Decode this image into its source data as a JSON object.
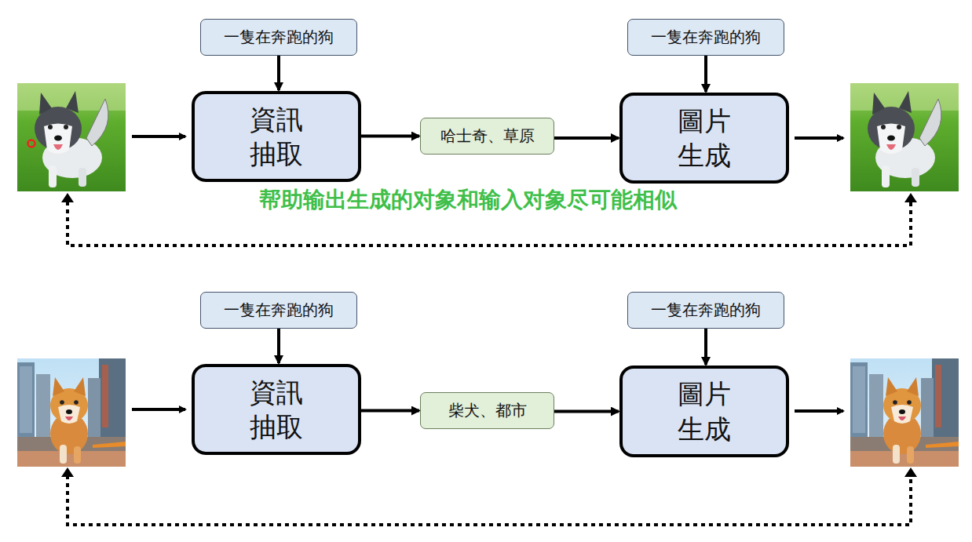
{
  "diagram": {
    "nodes": [
      {
        "text": [
          "一隻在奔跑的狗"
        ]
      },
      {
        "text": [
          "一隻在奔跑的狗"
        ]
      },
      {
        "text": [
          "資訊 抽取"
        ]
      },
      {
        "text": [
          "哈士奇、草原"
        ]
      },
      {
        "text": [
          "圖片 生成"
        ]
      },
      {
        "text": [
          "一隻在奔跑的狗"
        ]
      },
      {
        "text": [
          "一隻在奔跑的狗"
        ]
      },
      {
        "text": [
          "資訊 抽取"
        ]
      },
      {
        "text": [
          "柴犬、都市"
        ]
      },
      {
        "text": [
          "圖片 生成"
        ]
      }
    ],
    "edges": [
      {
        "from": 0,
        "to": 2,
        "arrow": "to"
      },
      {
        "from": 2,
        "to": 3,
        "arrow": "to"
      },
      {
        "from": 3,
        "to": 4,
        "arrow": "to"
      },
      {
        "from": 1,
        "to": 4,
        "arrow": "to"
      },
      {
        "from": 5,
        "to": 7,
        "arrow": "to"
      },
      {
        "from": 7,
        "to": 8,
        "arrow": "to"
      },
      {
        "from": 8,
        "to": 9,
        "arrow": "to"
      },
      {
        "from": 6,
        "to": 9,
        "arrow": "to"
      }
    ],
    "labels": [
      "帮助输出生成的对象和输入对象尽可能相似"
    ]
  }
}
